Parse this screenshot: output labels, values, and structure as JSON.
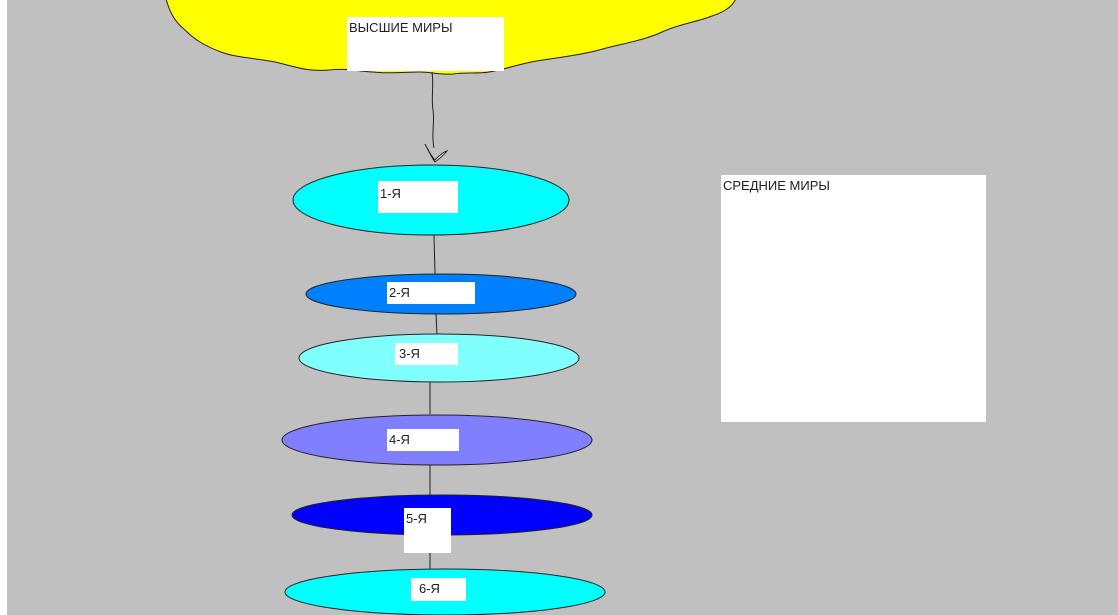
{
  "diagram": {
    "higher_worlds": {
      "label": "ВЫСШИЕ МИРЫ",
      "cloud_color": "#ffff00"
    },
    "middle_worlds": {
      "label": "СРЕДНИЕ МИРЫ"
    },
    "levels": [
      {
        "label": "1-Я",
        "color": "#00ffff"
      },
      {
        "label": "2-Я",
        "color": "#0080ff"
      },
      {
        "label": "3-Я",
        "color": "#80ffff"
      },
      {
        "label": "4-Я",
        "color": "#8080ff"
      },
      {
        "label": "5-Я",
        "color": "#0000ff"
      },
      {
        "label": "6-Я",
        "color": "#00ffff"
      }
    ]
  }
}
